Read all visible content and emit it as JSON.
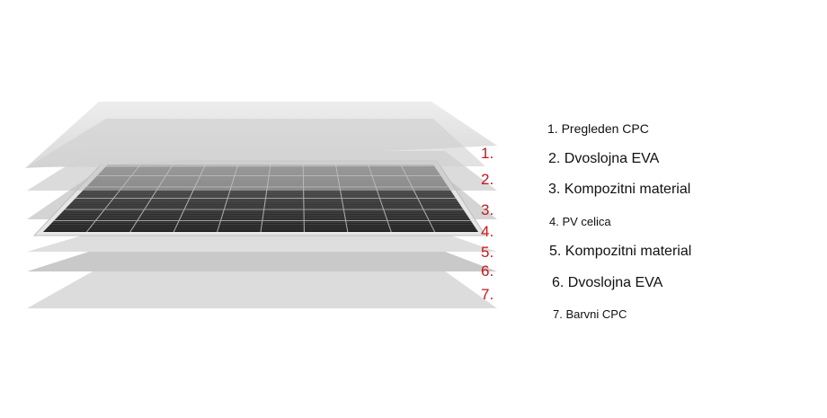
{
  "diagram": {
    "layer_numbers": [
      "1.",
      "2.",
      "3.",
      "4.",
      "5.",
      "6.",
      "7."
    ],
    "legend": [
      "1. Pregleden CPC",
      "2. Dvoslojna EVA",
      "3. Kompozitni material",
      "4. PV celica",
      "5. Kompozitni material",
      "6. Dvoslojna EVA",
      "7. Barvni CPC"
    ]
  },
  "colors": {
    "number_red": "#c8161d",
    "layer_light": "#e2e2e2",
    "layer_mid": "#cdcdcd",
    "cell_dark": "#2b2b2b",
    "text": "#111111"
  }
}
